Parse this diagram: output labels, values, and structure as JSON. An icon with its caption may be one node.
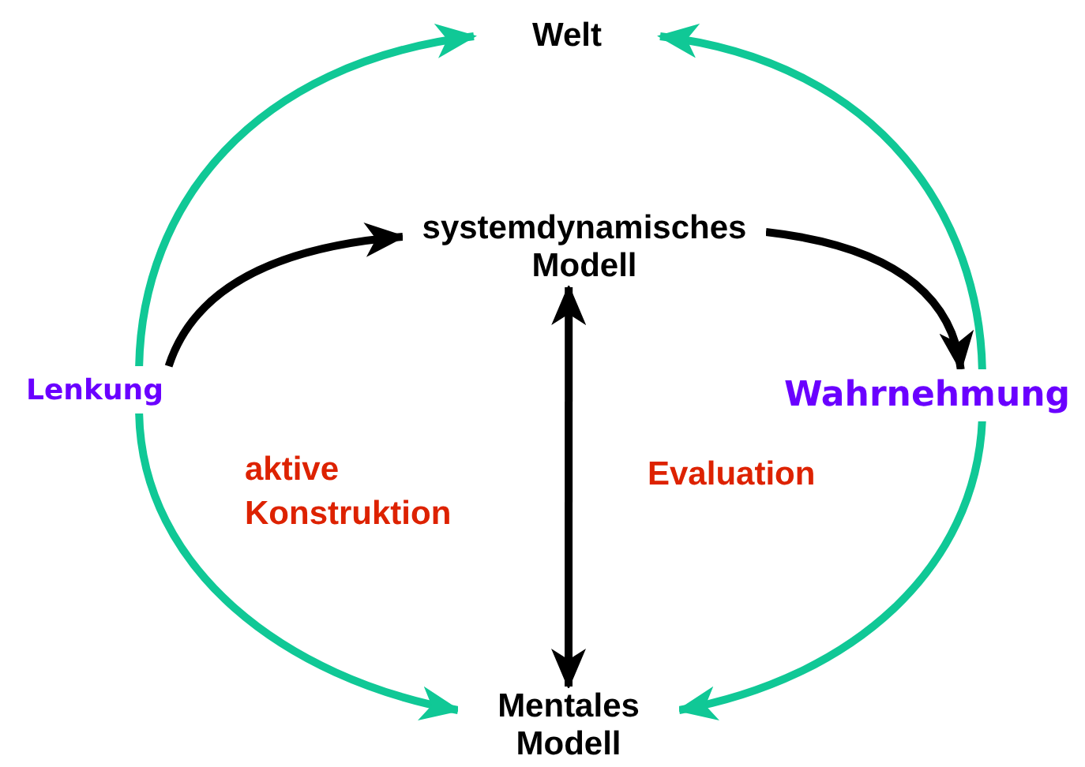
{
  "diagram": {
    "nodes": [
      {
        "text": [
          "Welt"
        ]
      },
      {
        "text": [
          "systemdynamisches Modell"
        ]
      },
      {
        "text": [
          "Lenkung"
        ]
      },
      {
        "text": [
          "Wahrnehmung"
        ]
      },
      {
        "text": [
          "Mentales Modell"
        ]
      }
    ],
    "edges": [
      {
        "from": 2,
        "to": 1,
        "arrow": "to",
        "color": "#000000"
      },
      {
        "from": 1,
        "to": 3,
        "arrow": "to",
        "color": "#000000"
      },
      {
        "from": 2,
        "to": 0,
        "arrow": "to"
      },
      {
        "from": 2,
        "to": 4,
        "arrow": "to"
      },
      {
        "from": 3,
        "to": 0,
        "arrow": "to"
      },
      {
        "from": 3,
        "to": 4,
        "arrow": "to"
      },
      {
        "from": 1,
        "to": 4,
        "arrow": "both",
        "color": "#000000"
      }
    ],
    "labels": [
      "aktive Konstruktion",
      "Evaluation"
    ]
  }
}
